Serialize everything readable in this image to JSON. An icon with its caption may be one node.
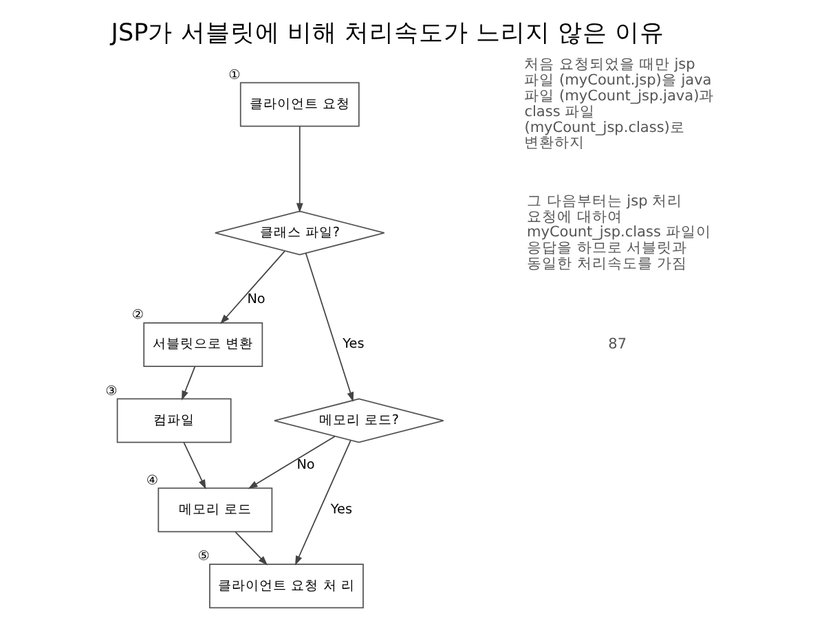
{
  "diagram": {
    "title": "JSP가 서블릿에 비해 처리속도가 느리지 않은 이유",
    "nodes": [
      {
        "text": [
          "클라이언트 요청"
        ],
        "beside": [
          "①"
        ]
      },
      {
        "text": [
          "클래스 파일?"
        ]
      },
      {
        "text": [
          "서블릿으로 변환"
        ],
        "beside": [
          "②"
        ]
      },
      {
        "text": [
          "컴파일"
        ],
        "beside": [
          "③"
        ]
      },
      {
        "text": [
          "메모리 로드?"
        ]
      },
      {
        "text": [
          "메모리 로드"
        ],
        "beside": [
          "④"
        ]
      },
      {
        "text": [
          "클라이언트 요청 처 리"
        ],
        "beside": [
          "⑤"
        ]
      }
    ],
    "edges": [
      {
        "from": 0,
        "to": 1,
        "arrow": "to"
      },
      {
        "from": 1,
        "to": 2,
        "arrow": "to",
        "label": "No"
      },
      {
        "from": 1,
        "to": 4,
        "arrow": "to",
        "label": "Yes"
      },
      {
        "from": 2,
        "to": 3,
        "arrow": "to"
      },
      {
        "from": 3,
        "to": 5,
        "arrow": "to"
      },
      {
        "from": 4,
        "to": 5,
        "arrow": "to",
        "label": "No"
      },
      {
        "from": 4,
        "to": 6,
        "arrow": "to",
        "label": "Yes"
      },
      {
        "from": 5,
        "to": 6,
        "arrow": "to"
      }
    ],
    "labels": [
      "처음 요청되었을 때만 jsp 파일 (myCount.jsp)을 java 파일 (myCount_jsp.java)과 class 파일 (myCount_jsp.class)로 변환하지",
      "그 다음부터는 jsp 처리 요청에 대하여 myCount_jsp.class 파일이 응답을 하므로 서블릿과 동일한 처리속도를 가짐",
      "87"
    ]
  }
}
